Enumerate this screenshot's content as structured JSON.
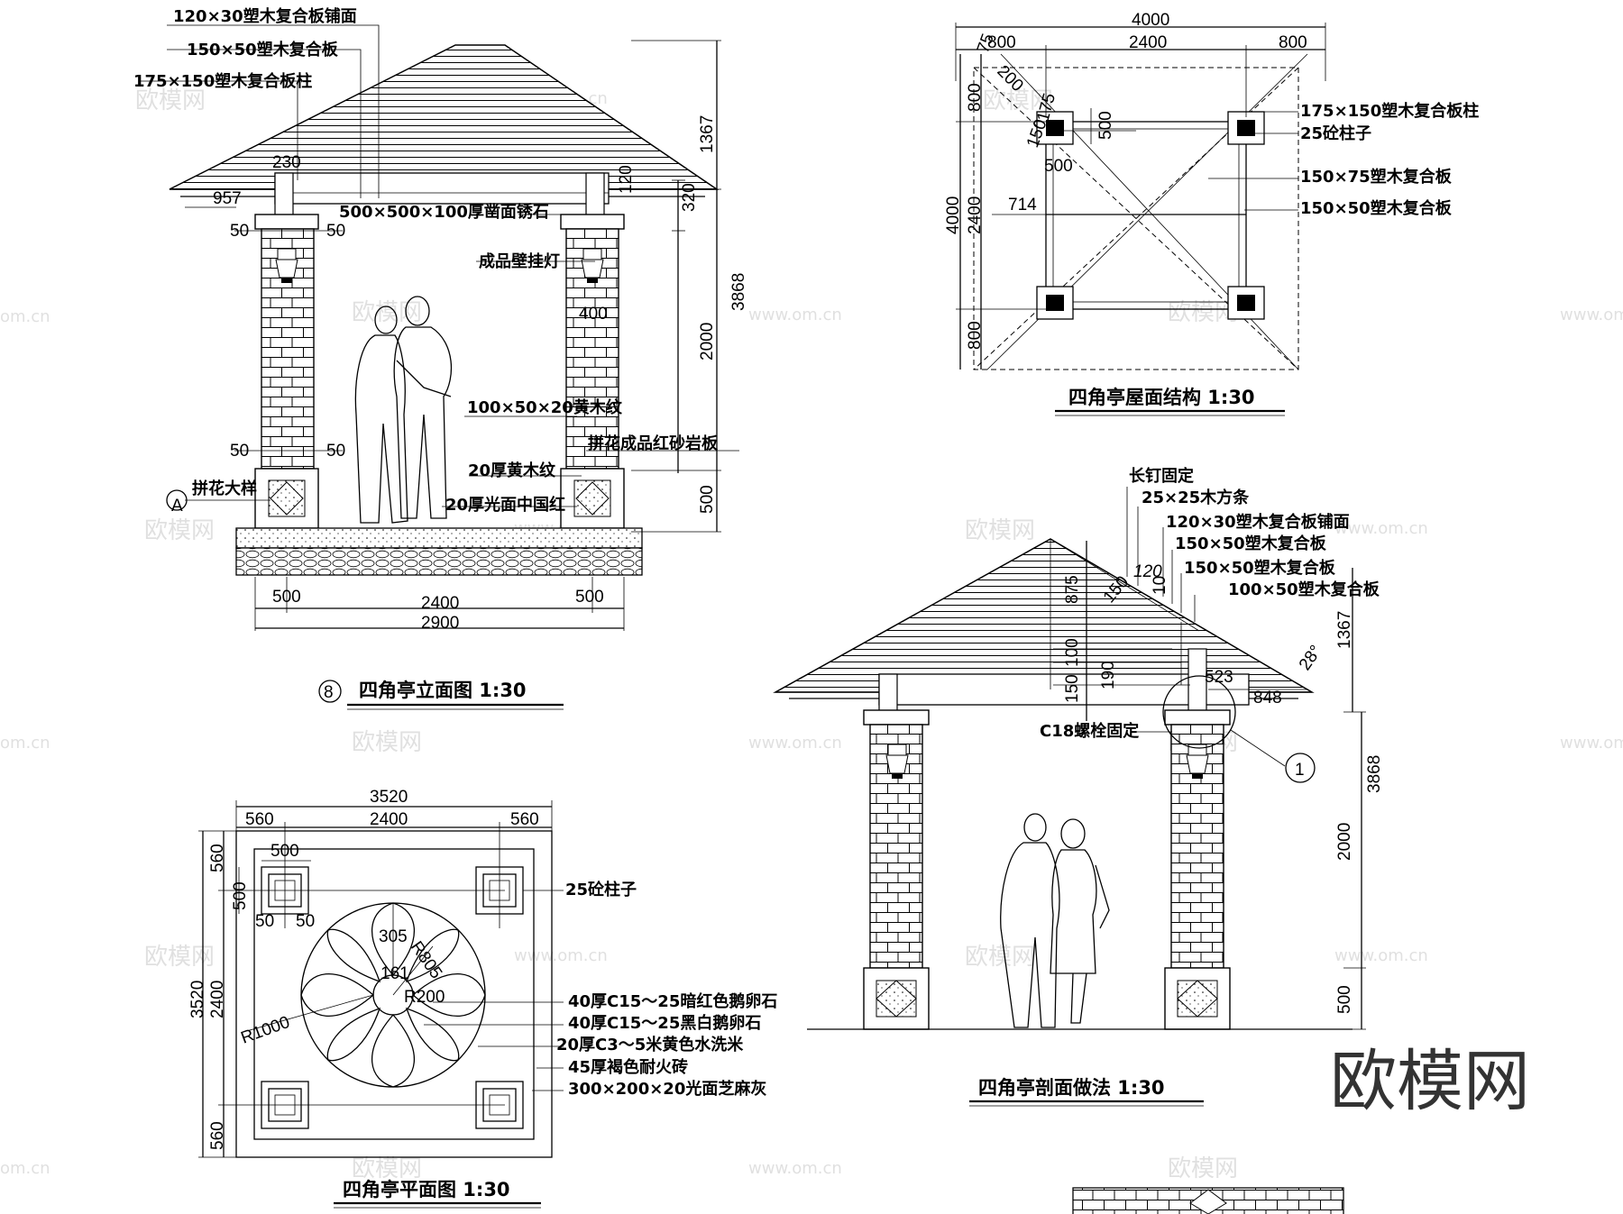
{
  "elevation": {
    "title": "四角亭立面图 1:30",
    "number": "8",
    "callouts": [
      "120×30塑木复合板铺面",
      "150×50塑木复合板",
      "175×150塑木复合板柱",
      "500×500×100厚凿面锈石",
      "成品壁挂灯",
      "100×50×20黄木纹",
      "拼花成品红砂岩板",
      "20厚黄木纹",
      "20厚光面中国红",
      "拼花大样"
    ],
    "section_mark": "A",
    "dims": {
      "d230": "230",
      "d957": "957",
      "d120": "120",
      "d320": "320",
      "d50a": "50",
      "d50b": "50",
      "d50c": "50",
      "d50d": "50",
      "d400": "400",
      "d1367": "1367",
      "d3868": "3868",
      "d2000": "2000",
      "d500v": "500",
      "d500l": "500",
      "d2400": "2400",
      "d500r": "500",
      "d2900": "2900"
    }
  },
  "roof_plan": {
    "title": "四角亭屋面结构 1:30",
    "callouts": [
      "175×150塑木复合板柱",
      "25砼柱子",
      "150×75塑木复合板",
      "150×50塑木复合板"
    ],
    "dims": {
      "top": "4000",
      "t800a": "800",
      "t2400": "2400",
      "t800b": "800",
      "d75": "75",
      "d200": "200",
      "d175": "175",
      "d150": "150",
      "d500a": "500",
      "d500b": "500",
      "left": "4000",
      "l800a": "800",
      "l2400": "2400",
      "l800b": "800",
      "d714": "714"
    }
  },
  "plan": {
    "title": "四角亭平面图 1:30",
    "callouts": [
      "25砼柱子",
      "40厚C15～25暗红色鹅卵石",
      "40厚C15～25黑白鹅卵石",
      "20厚C3～5米黄色水洗米",
      "45厚褐色耐火砖",
      "300×200×20光面芝麻灰"
    ],
    "dims": {
      "top": "3520",
      "t560a": "560",
      "t2400": "2400",
      "t560b": "560",
      "d500a": "500",
      "d500b": "500",
      "d50a": "50",
      "d50b": "50",
      "r305": "305",
      "r805": "R805",
      "r161": "161",
      "r200": "R200",
      "r1000": "R1000",
      "left": "3520",
      "l560a": "560",
      "l2400": "2400",
      "l560b": "560"
    }
  },
  "section": {
    "title": "四角亭剖面做法 1:30",
    "detail_mark": "1",
    "callouts": [
      "长钉固定",
      "25×25木方条",
      "120×30塑木复合板铺面",
      "150×50塑木复合板",
      "150×50塑木复合板",
      "100×50塑木复合板",
      "C18螺栓固定"
    ],
    "dims": {
      "d875": "875",
      "d150": "150",
      "d120": "120",
      "d10": "10",
      "d100": "100",
      "d190": "190",
      "d150b": "150",
      "d523": "523",
      "d848": "848",
      "d28": "28°",
      "d1367": "1367",
      "d3868": "3868",
      "d2000": "2000",
      "d500": "500"
    }
  },
  "watermark": {
    "brand": "欧模网",
    "site": "www.om.cn",
    "short": "om.cn"
  }
}
